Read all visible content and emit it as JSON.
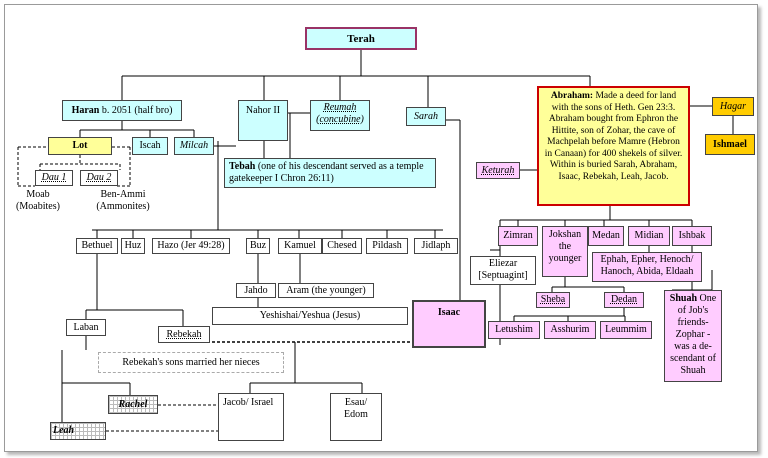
{
  "nodes": {
    "terah": "Terah",
    "haran_name": "Haran",
    "haran_note": " b. 2051 (half bro)",
    "nahor": "Nahor II",
    "reumah": "Reumah (concubine)",
    "sarah": "Sarah",
    "abraham_name": "Abraham:",
    "abraham_note": " Made a deed for land with the sons of Heth. Gen 23:3. Abraham bought from Ephron the Hittite, son of Zohar, the cave of Machpelah before Mamre (Hebron in Canaan) for 400 shekels of silver. Within is buried Sarah, Abraham, Isaac, Rebekah, Leah, Jacob.",
    "hagar": "Hagar",
    "ishmael": "Ishmael",
    "lot": "Lot",
    "iscah": "Iscah",
    "milcah": "Milcah",
    "dau1": "Dau 1",
    "dau2": "Dau 2",
    "moab": "Moab (Moabites)",
    "ben_ammi": "Ben-Ammi (Ammonites)",
    "tebah_name": "Tebah",
    "tebah_note": " (one of his descendant served as a temple gatekeeper I Chron 26:11)",
    "keturah": "Keturah",
    "zimran": "Zimran",
    "jokshan": "Jokshan the younger",
    "medan": "Medan",
    "midian": "Midian",
    "ishbak": "Ishbak",
    "eliezar": "Eliezar [Septuagint]",
    "midian_sons": "Ephah, Epher, Henoch/ Hanoch, Abida, Eldaah",
    "shuah_name": "Shuah",
    "shuah_note": " One of Job's friends- Zophar - was a de- scendant of Shuah",
    "sheba": "Sheba",
    "dedan": "Dedan",
    "letushim": "Letushim",
    "asshurim": "Asshurim",
    "leummim": "Leummim",
    "bethuel": "Bethuel",
    "huz": "Huz",
    "hazo": "Hazo (Jer 49:28)",
    "buz": "Buz",
    "kamuel": "Kamuel",
    "chesed": "Chesed",
    "pildash": "Pildash",
    "jidlaph": "Jidlaph",
    "jahdo": "Jahdo",
    "aram": "Aram (the younger)",
    "yeshishai": "Yeshishai/Yeshua (Jesus)",
    "isaac": "Isaac",
    "laban": "Laban",
    "rebekah": "Rebekah",
    "nieces_note": "Rebekah's sons married her nieces",
    "rachel": "Rachel",
    "jacob": "Jacob/ Israel",
    "esau": "Esau/ Edom",
    "leah": "Leah"
  },
  "colors": {
    "white": "#ffffff",
    "cyan": "#ccffff",
    "pink": "#ffccff",
    "yellow": "#ffff99",
    "orange": "#ffcc00",
    "terah_border": "#993366",
    "abraham_border": "#cc0000"
  }
}
